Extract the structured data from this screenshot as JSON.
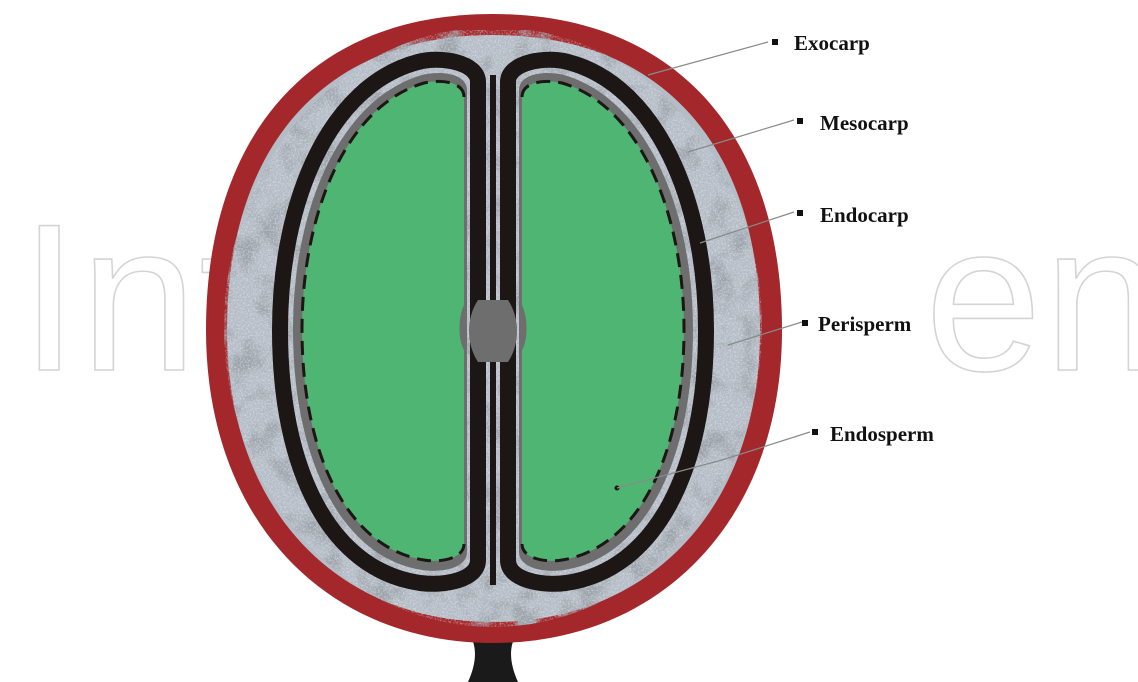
{
  "watermark": {
    "left": "Int",
    "right": "en"
  },
  "labels": [
    {
      "id": "exocarp",
      "text": "Exocarp"
    },
    {
      "id": "mesocarp",
      "text": "Mesocarp"
    },
    {
      "id": "endocarp",
      "text": "Endocarp"
    },
    {
      "id": "perisperm",
      "text": "Perisperm"
    },
    {
      "id": "endosperm",
      "text": "Endosperm"
    }
  ],
  "colors": {
    "exocarp": "#a3272b",
    "mesocarp": "#b4bcc6",
    "endocarp": "#1c1614",
    "perisperm": "#6e6e6e",
    "endosperm": "#4eb572",
    "stalk": "#1a1a1a"
  }
}
